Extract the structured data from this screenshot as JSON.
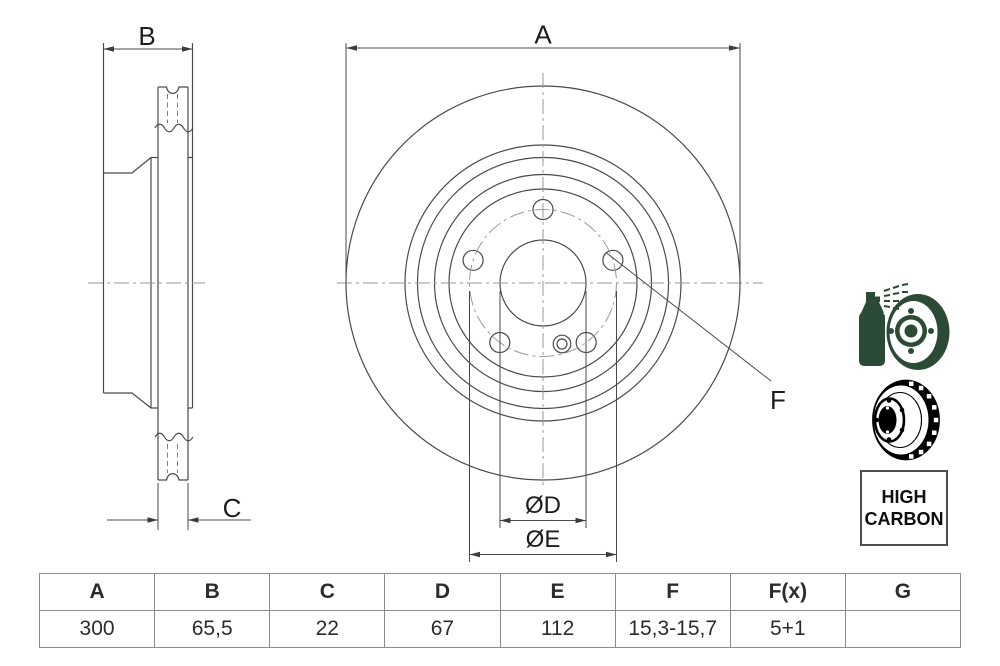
{
  "drawing": {
    "labels": {
      "a": "A",
      "b": "B",
      "c": "C",
      "d": "ØD",
      "e": "ØE",
      "f": "F"
    }
  },
  "icons": {
    "spray_coated_disc": "spray-coated-disc-icon",
    "vented_disc": "vented-disc-icon",
    "spray_color": "#2c4b36",
    "disc_icon_color": "#000000"
  },
  "badge": {
    "high_carbon_line1": "HIGH",
    "high_carbon_line2": "CARBON"
  },
  "table": {
    "headers": [
      "A",
      "B",
      "C",
      "D",
      "E",
      "F",
      "F(x)",
      "G"
    ],
    "values": [
      "300",
      "65,5",
      "22",
      "67",
      "112",
      "15,3-15,7",
      "5+1",
      ""
    ]
  }
}
